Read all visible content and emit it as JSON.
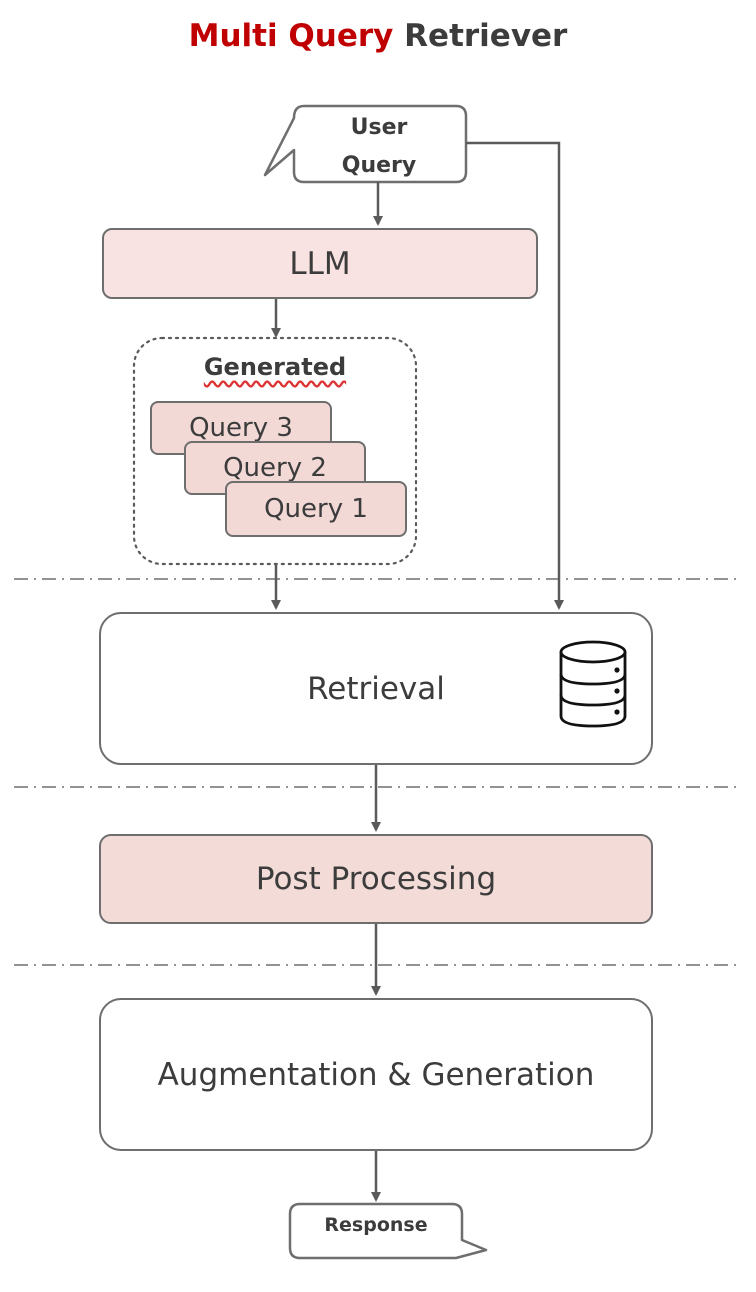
{
  "title": {
    "highlight": "Multi Query",
    "rest": " Retriever",
    "highlight_color": "#c00000"
  },
  "user_query": {
    "line1": "User",
    "line2": "Query"
  },
  "llm": {
    "label": "LLM"
  },
  "generated": {
    "label": "Generated",
    "queries": [
      "Query 3",
      "Query 2",
      "Query 1"
    ]
  },
  "retrieval": {
    "label": "Retrieval",
    "icon": "database-icon"
  },
  "post_processing": {
    "label": "Post Processing"
  },
  "augmentation": {
    "label": "Augmentation & Generation"
  },
  "response": {
    "label": "Response"
  },
  "colors": {
    "box_fill_pink": "#f8e3e2",
    "stroke": "#6e6e6e",
    "arrow": "#5a5a5a"
  }
}
